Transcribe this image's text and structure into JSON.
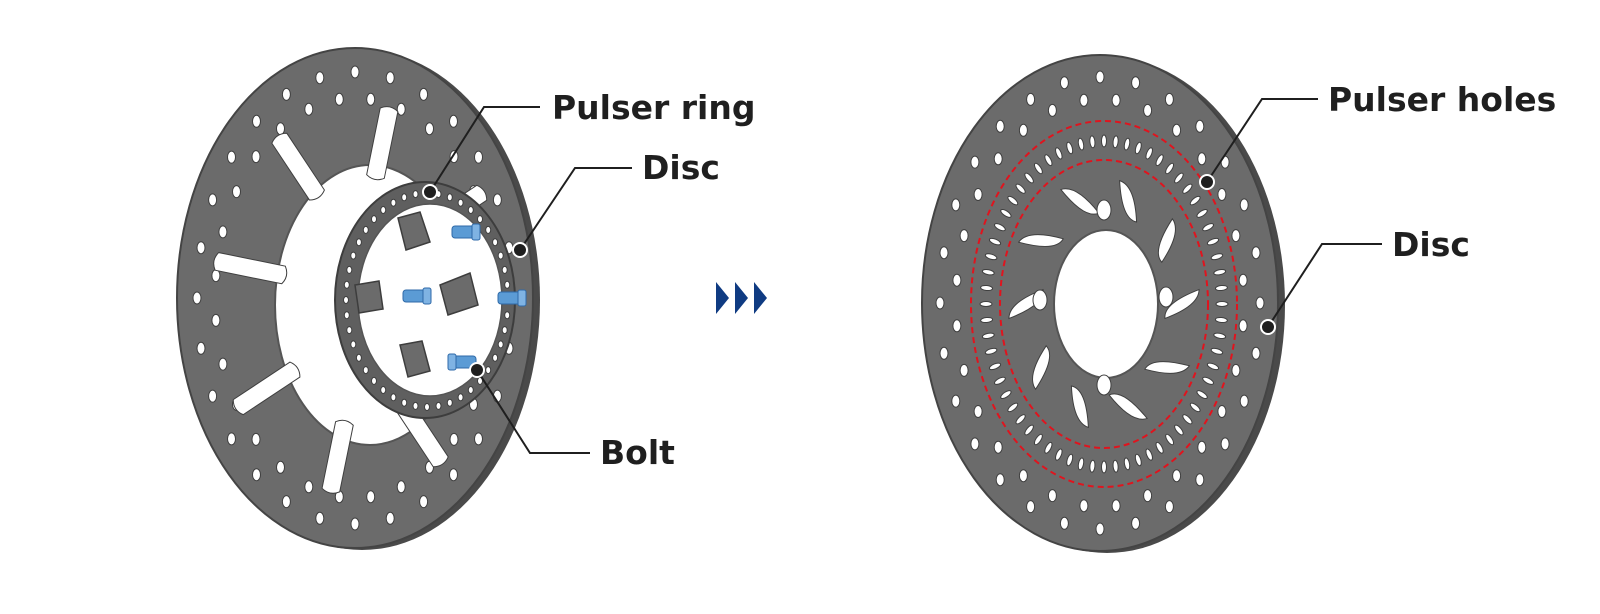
{
  "callouts": {
    "before": {
      "pulser_ring": "Pulser ring",
      "disc": "Disc",
      "bolt": "Bolt"
    },
    "after": {
      "pulser_holes": "Pulser holes",
      "disc": "Disc"
    }
  },
  "colors": {
    "disc_fill": "#6b6b6b",
    "disc_edge": "#4a4a4a",
    "hole_fill": "#ffffff",
    "bolt_color": "#5b9bd5",
    "arrow_color": "#0f3b82",
    "highlight_dashed": "#e0141e",
    "leader_line": "#1f1f1f"
  },
  "icons": {
    "transition_arrow": "triple-chevron-right-icon"
  }
}
